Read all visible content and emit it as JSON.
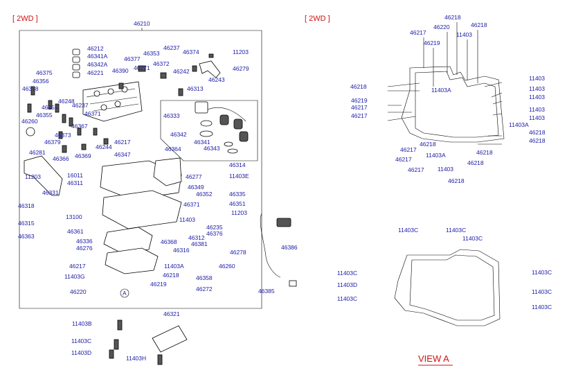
{
  "headers": {
    "left": "[ 2WD ]",
    "right": "[ 2WD ]"
  },
  "view_title": "VIEW A",
  "left_labels": [
    "46210",
    "46212",
    "46341A",
    "46342A",
    "46221",
    "46375",
    "46356",
    "46378",
    "46248",
    "46255",
    "46355",
    "46237",
    "46371",
    "46260",
    "46367",
    "46373",
    "46379",
    "46244",
    "46366",
    "46369",
    "46281",
    "11203",
    "46318",
    "46331",
    "46315",
    "46363",
    "16011",
    "46311",
    "13100",
    "46361",
    "46336",
    "46276",
    "46217",
    "11403G",
    "46220",
    "46377",
    "46390",
    "46353",
    "46271",
    "46372",
    "46237",
    "46242",
    "46374",
    "11203",
    "46279",
    "46243",
    "46313",
    "46333",
    "46342",
    "46341",
    "46343",
    "46217",
    "46364",
    "46347",
    "46314",
    "11403E",
    "46277",
    "46349",
    "46335",
    "46351",
    "46352",
    "46371",
    "11403",
    "11203",
    "46235",
    "46376",
    "46312",
    "46381",
    "46368",
    "46316",
    "46278",
    "46260",
    "11403A",
    "46218",
    "46219",
    "46358",
    "46272",
    "46386",
    "46385",
    "46321",
    "11403B",
    "11403C",
    "11403D",
    "11403H",
    "46217"
  ],
  "right_top_labels": [
    "46218",
    "46220",
    "46218",
    "46217",
    "11403",
    "46219",
    "11403A",
    "11403",
    "46218",
    "11403",
    "11403",
    "11403",
    "46219",
    "46217",
    "46217",
    "11403",
    "11403A",
    "46218",
    "46218",
    "46217",
    "46218",
    "11403A",
    "46218",
    "46217",
    "46217",
    "11403",
    "46218",
    "46218"
  ],
  "right_bottom_labels": [
    "11403C",
    "11403C",
    "11403C",
    "11403C",
    "11403D",
    "11403C",
    "11403C",
    "11403C",
    "11403C"
  ],
  "circle_marker": "A"
}
